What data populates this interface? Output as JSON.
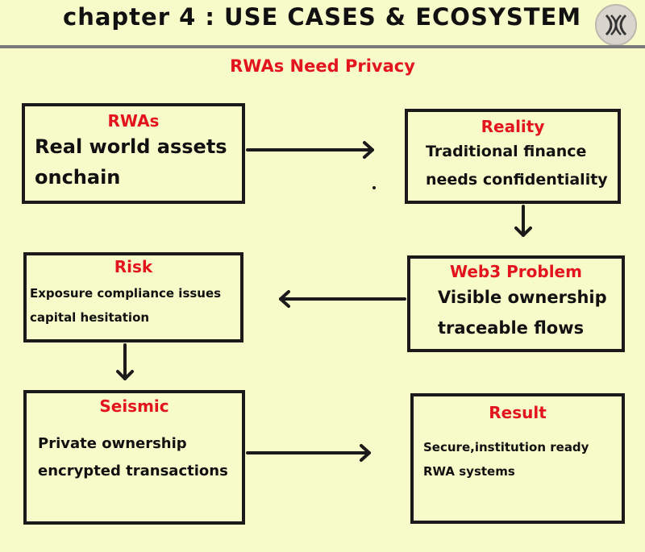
{
  "header": {
    "title": "chapter 4 : USE CASES & ECOSYSTEM",
    "logo_icon": "seismic-logo-icon"
  },
  "subtitle": "RWAs Need Privacy",
  "colors": {
    "background": "#f6fbc9",
    "accent": "#e3141e",
    "ink": "#1a1a1a",
    "rule": "#7a7a7a"
  },
  "boxes": {
    "rwas": {
      "title": "RWAs",
      "lines": [
        "Real world assets",
        "onchain"
      ]
    },
    "reality": {
      "title": "Reality",
      "lines": [
        "Traditional finance",
        "needs confidentiality"
      ]
    },
    "web3": {
      "title": "Web3 Problem",
      "lines": [
        "Visible ownership",
        "traceable flows"
      ]
    },
    "risk": {
      "title": "Risk",
      "lines": [
        "Exposure compliance issues",
        "capital hesitation"
      ]
    },
    "seismic": {
      "title": "Seismic",
      "lines": [
        "Private ownership",
        "encrypted transactions"
      ]
    },
    "result": {
      "title": "Result",
      "lines": [
        "Secure,institution ready",
        "RWA systems"
      ]
    }
  }
}
